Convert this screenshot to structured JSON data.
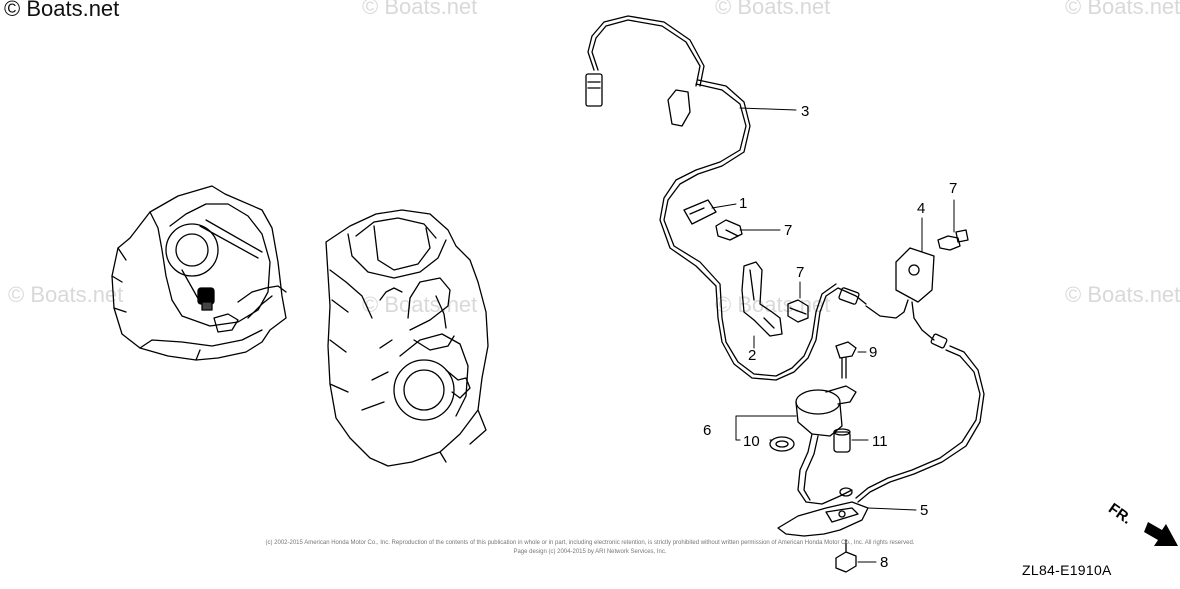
{
  "watermark": {
    "brand": "© Boats.net",
    "faint": "© Boats.net"
  },
  "callouts": {
    "p1": "1",
    "p2": "2",
    "p3": "3",
    "p4": "4",
    "p5": "5",
    "p6": "6",
    "p7a": "7",
    "p7b": "7",
    "p7c": "7",
    "p8": "8",
    "p9": "9",
    "p10": "10",
    "p11": "11"
  },
  "diagram_code": "ZL84-E1910A",
  "front_marker": "FR.",
  "copyright": {
    "line1": "(c) 2002-2015 American Honda Motor Co., Inc. Reproduction of the contents of this publication in whole or in part, including electronic retention, is strictly prohibited without written permission of American Honda Motor Co., Inc. All rights reserved.",
    "line2": "Page design (c) 2004-2015 by ARI Network Services, Inc."
  },
  "colors": {
    "line": "#000000",
    "watermark": "#d9d9d9"
  }
}
